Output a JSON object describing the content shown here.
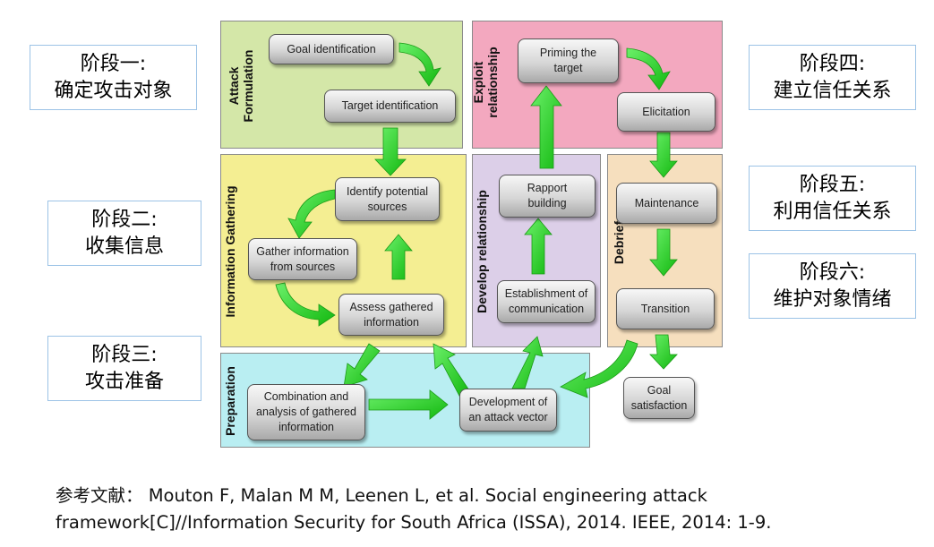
{
  "phases": {
    "attack_formulation": "Attack\nFormulation",
    "information_gathering": "Information Gathering",
    "preparation": "Preparation",
    "exploit_relationship": "Exploit\nrelationship",
    "develop_relationship": "Develop relationship",
    "debrief": "Debrief"
  },
  "nodes": {
    "goal_identification": "Goal identification",
    "target_identification": "Target identification",
    "identify_potential_sources": "Identify potential\nsources",
    "gather_information": "Gather information\nfrom sources",
    "assess_gathered": "Assess gathered\ninformation",
    "combination_analysis": "Combination and\nanalysis of gathered\ninformation",
    "development_attack_vector": "Development of\nan attack vector",
    "establishment_communication": "Establishment of\ncommunication",
    "rapport_building": "Rapport\nbuilding",
    "priming_target": "Priming the\ntarget",
    "elicitation": "Elicitation",
    "maintenance": "Maintenance",
    "transition": "Transition",
    "goal_satisfaction": "Goal\nsatisfaction"
  },
  "side_labels": [
    {
      "line1": "阶段一:",
      "line2": "确定攻击对象"
    },
    {
      "line1": "阶段二:",
      "line2": "收集信息"
    },
    {
      "line1": "阶段三:",
      "line2": "攻击准备"
    },
    {
      "line1": "阶段四:",
      "line2": "建立信任关系"
    },
    {
      "line1": "阶段五:",
      "line2": "利用信任关系"
    },
    {
      "line1": "阶段六:",
      "line2": "维护对象情绪"
    }
  ],
  "reference": {
    "line1": "参考文献： Mouton F, Malan M M, Leenen L, et al. Social engineering attack",
    "line2": "framework[C]//Information Security for South Africa (ISSA), 2014. IEEE, 2014: 1-9."
  },
  "colors": {
    "attack_formulation": "#d4e7a8",
    "information_gathering": "#f4ee92",
    "preparation": "#b9eef2",
    "exploit_relationship": "#f3a8bf",
    "develop_relationship": "#dccfe8",
    "debrief": "#f6dfbe",
    "arrow": "#22d81e",
    "side_border": "#9cc3e6"
  }
}
